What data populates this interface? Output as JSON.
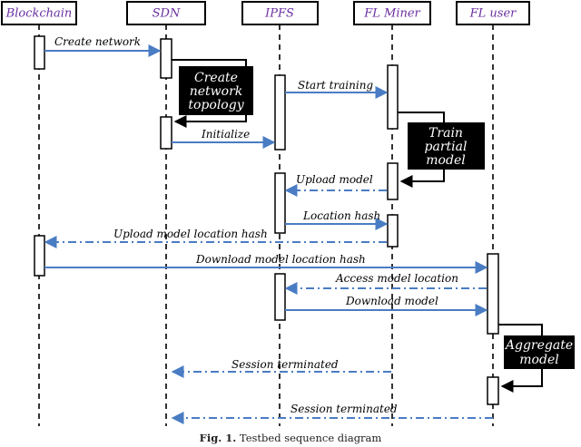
{
  "colors": {
    "actor_label": "#6a2fa0",
    "message": "#4a7cc4",
    "self_call": "#000000",
    "note_fill": "#000000",
    "note_text": "#ffffff"
  },
  "actors": [
    {
      "id": "blockchain",
      "label": "Blockchain"
    },
    {
      "id": "sdn",
      "label": "SDN"
    },
    {
      "id": "ipfs",
      "label": "IPFS"
    },
    {
      "id": "miner",
      "label": "FL Miner"
    },
    {
      "id": "user",
      "label": "FL user"
    }
  ],
  "messages": [
    {
      "from": "blockchain",
      "to": "sdn",
      "label": "Create network",
      "style": "solid"
    },
    {
      "from": "ipfs",
      "to": "miner",
      "label": "Start training",
      "style": "solid"
    },
    {
      "from": "sdn",
      "to": "ipfs",
      "label": "Initialize",
      "style": "solid"
    },
    {
      "from": "miner",
      "to": "ipfs",
      "label": "Upload model",
      "style": "dashed"
    },
    {
      "from": "ipfs",
      "to": "miner",
      "label": "Location hash",
      "style": "solid"
    },
    {
      "from": "miner",
      "to": "blockchain",
      "label": "Upload model location hash",
      "style": "dashed"
    },
    {
      "from": "blockchain",
      "to": "user",
      "label": "Download model location hash",
      "style": "solid"
    },
    {
      "from": "user",
      "to": "ipfs",
      "label": "Access model location",
      "style": "dashed"
    },
    {
      "from": "ipfs",
      "to": "user",
      "label": "Download model",
      "style": "solid"
    },
    {
      "from": "miner",
      "to": "sdn",
      "label": "Session terminated",
      "style": "dashed"
    },
    {
      "from": "user",
      "to": "sdn",
      "label": "Session terminated",
      "style": "dashed"
    }
  ],
  "notes": [
    {
      "actor": "sdn",
      "lines": [
        "Create",
        "network",
        "topology"
      ]
    },
    {
      "actor": "miner",
      "lines": [
        "Train",
        "partial",
        "model"
      ]
    },
    {
      "actor": "user",
      "lines": [
        "Aggregate",
        "model"
      ]
    }
  ],
  "caption": {
    "prefix": "Fig. 1.",
    "text": " Testbed sequence diagram"
  }
}
